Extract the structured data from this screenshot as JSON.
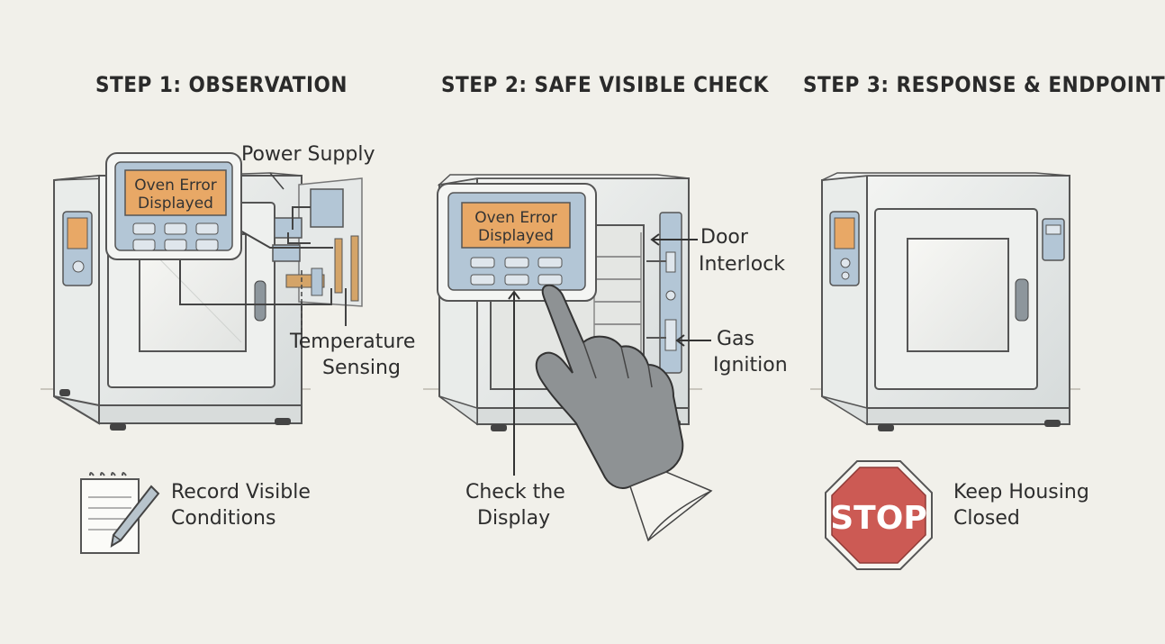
{
  "steps": [
    {
      "title": "STEP 1: OBSERVATION",
      "display_text": [
        "Oven Error",
        "Displayed"
      ],
      "labels": {
        "power_supply": "Power Supply",
        "temperature_sensing": [
          "Temperature",
          "Sensing"
        ]
      },
      "action": [
        "Record Visible",
        "Conditions"
      ],
      "action_icon": "notepad-pencil-icon"
    },
    {
      "title": "STEP 2: SAFE VISIBLE CHECK",
      "display_text": [
        "Oven Error",
        "Displayed"
      ],
      "labels": {
        "door_interlock": [
          "Door",
          "Interlock"
        ],
        "gas_ignition": [
          "Gas",
          "Ignition"
        ]
      },
      "action": [
        "Check the",
        "Display"
      ],
      "action_icon": "gloved-hand-pointing-icon"
    },
    {
      "title": "STEP 3: RESPONSE & ENDPOINT",
      "stop_sign": "STOP",
      "action": [
        "Keep Housing",
        "Closed"
      ],
      "action_icon": "stop-sign-icon"
    }
  ],
  "colors": {
    "background": "#f1f0ea",
    "display_amber": "#e8a866",
    "panel_blue": "#b3c6d6",
    "stop_red": "#cc5a54",
    "steel": "#dfe3e3"
  }
}
